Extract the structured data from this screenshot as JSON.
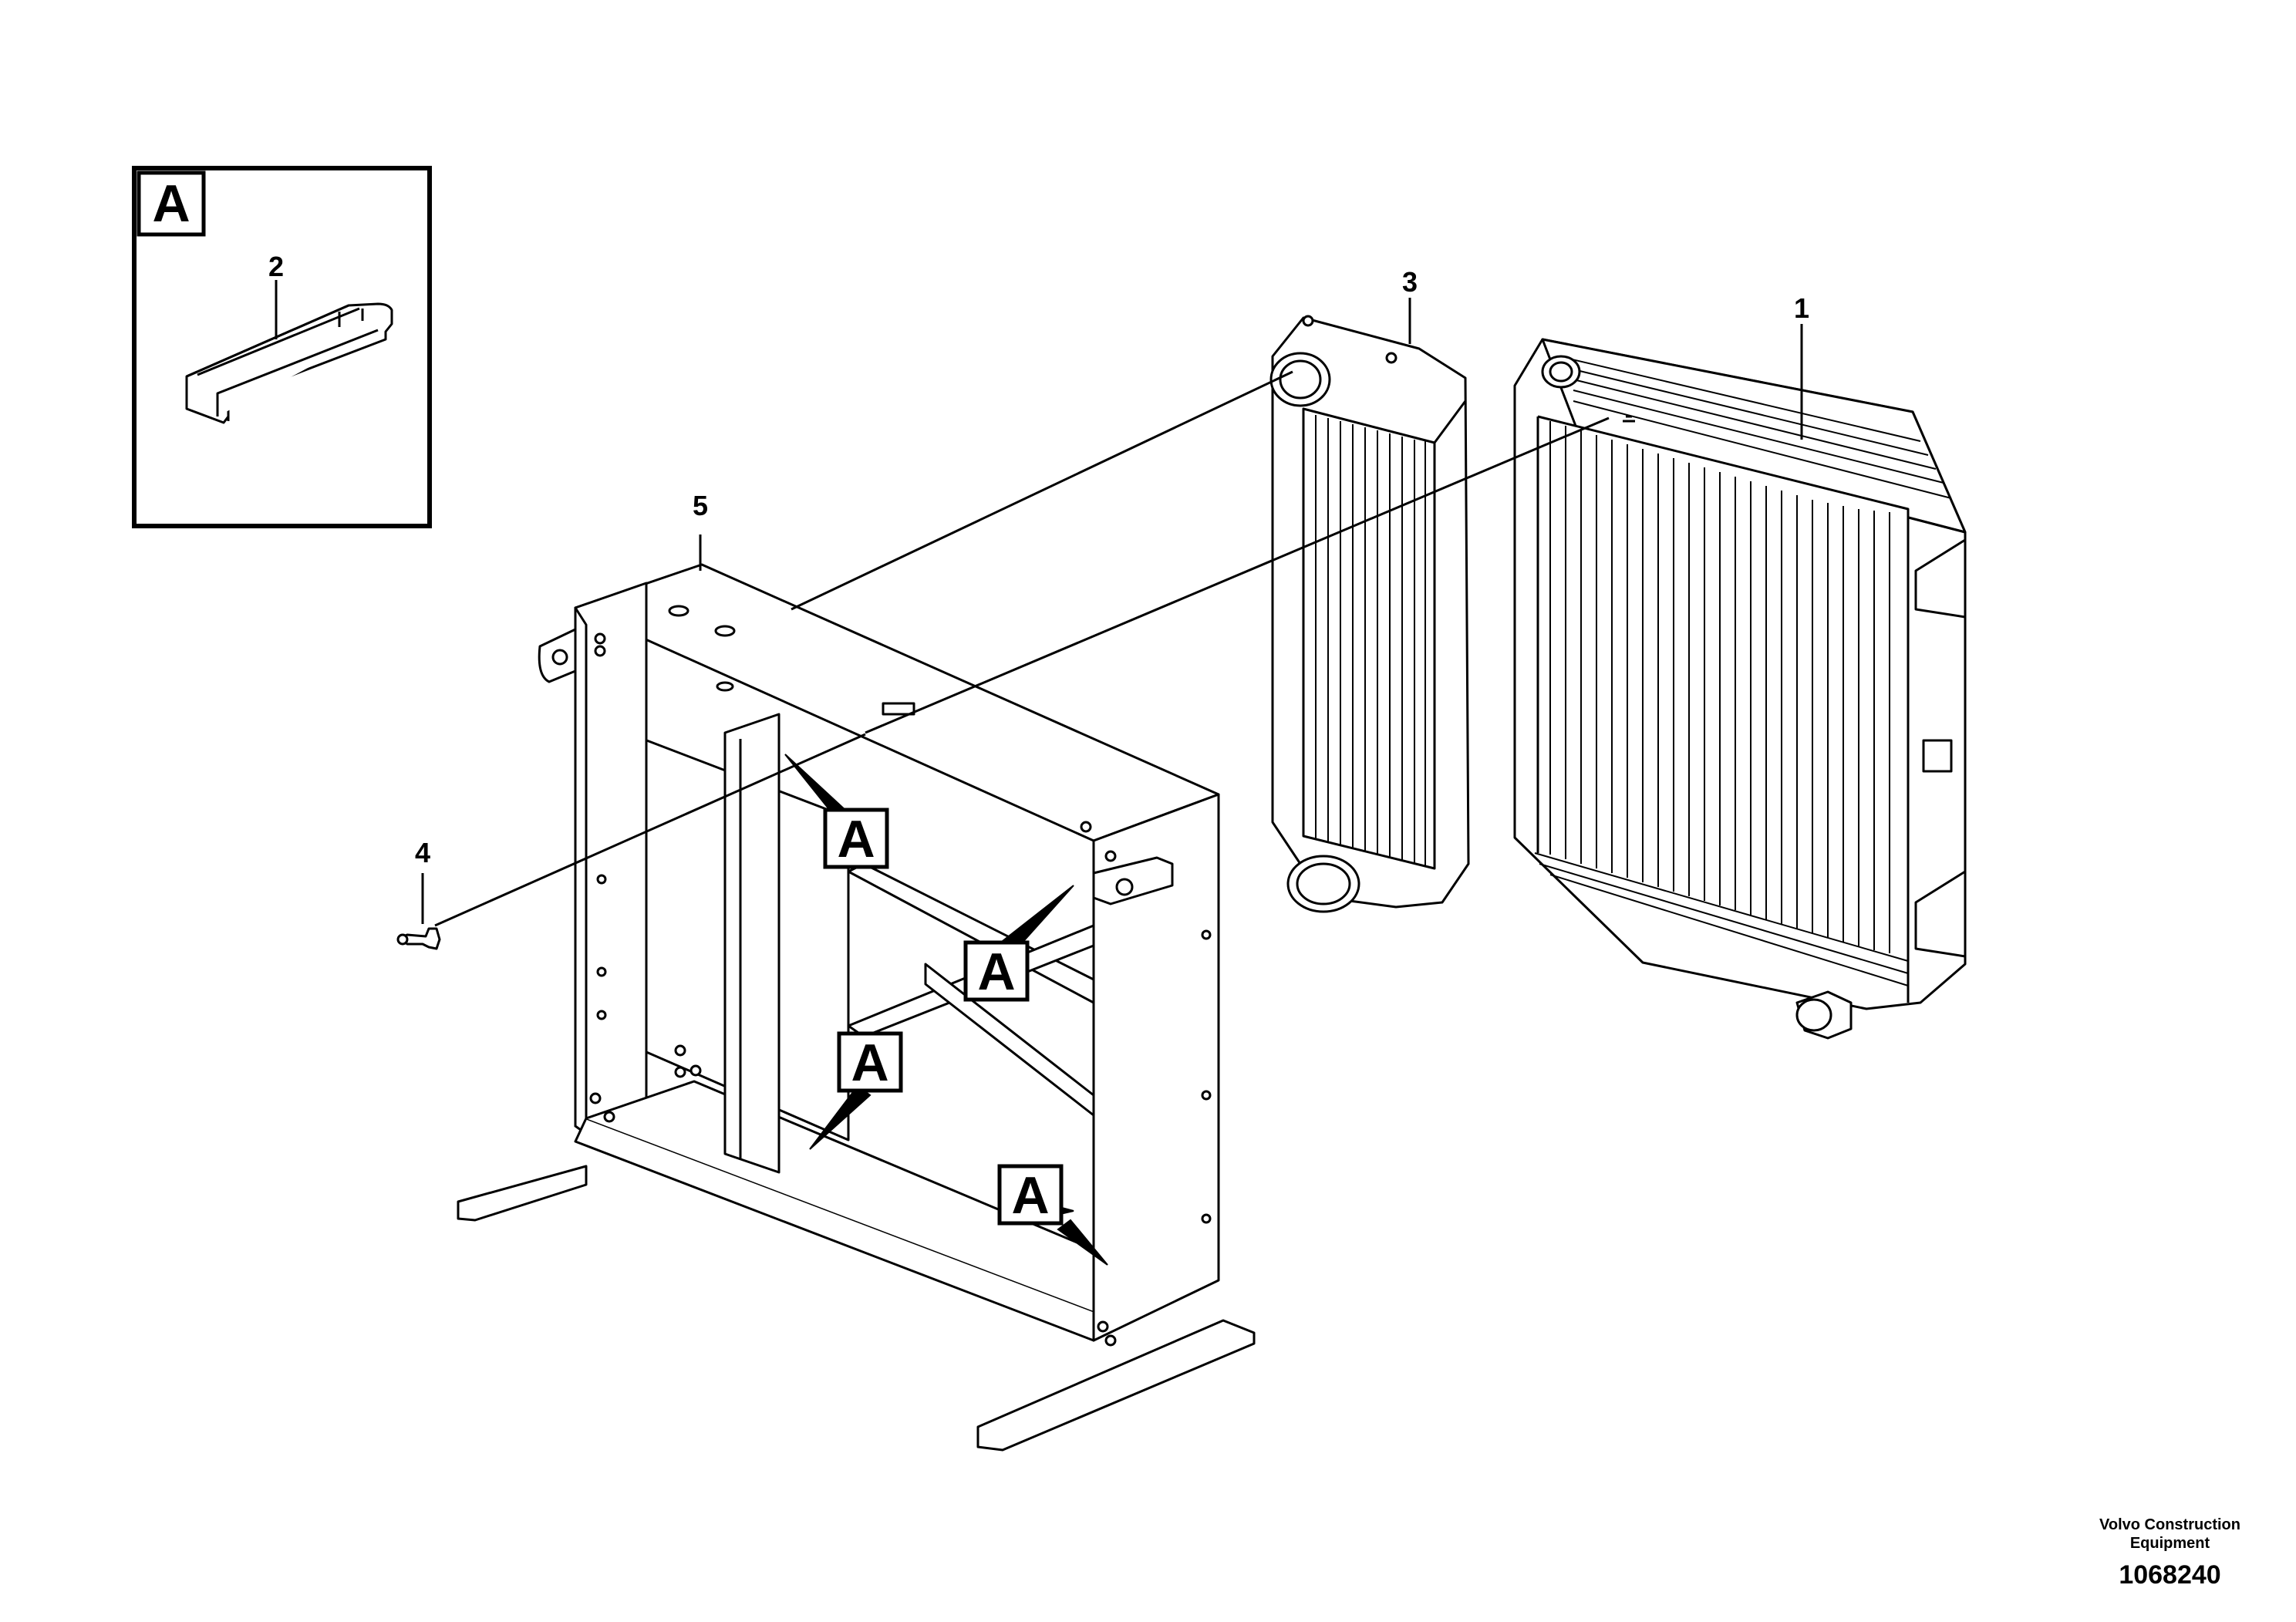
{
  "parts": {
    "p1": "1",
    "p2": "2",
    "p3": "3",
    "p4": "4",
    "p5": "5"
  },
  "callout_letter": "A",
  "footer": {
    "company_line1": "Volvo Construction",
    "company_line2": "Equipment",
    "drawing_number": "1068240"
  }
}
